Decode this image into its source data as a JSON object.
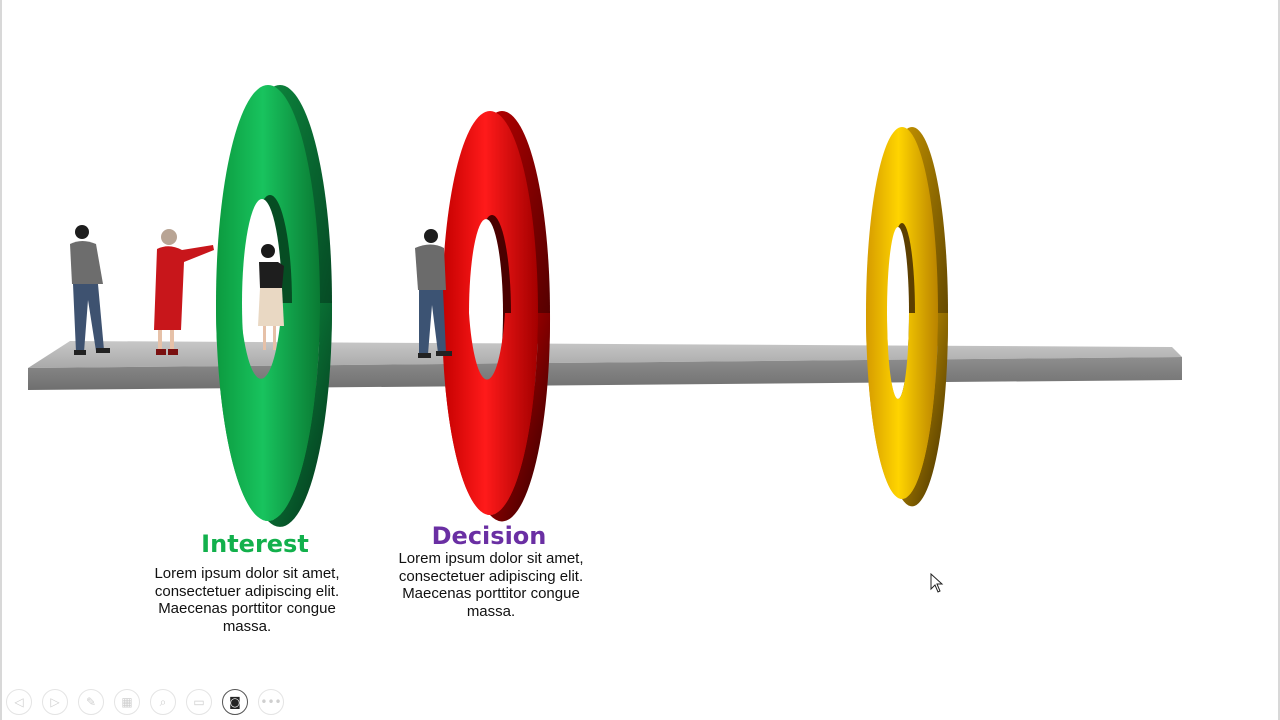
{
  "slide": {
    "stages": [
      {
        "title": "Interest",
        "title_color": "#12b04c",
        "ring_color": "#0fbf55",
        "lines": [
          "Lorem ipsum dolor sit amet,",
          "consectetuer adipiscing elit.",
          "Maecenas porttitor congue",
          "massa."
        ]
      },
      {
        "title": "Decision",
        "title_color": "#6a2fa3",
        "ring_color": "#ee1111",
        "lines": [
          "Lorem ipsum dolor sit amet,",
          "consectetuer adipiscing elit.",
          "Maecenas porttitor congue",
          "massa."
        ]
      },
      {
        "ring_color": "#f3c200"
      }
    ]
  },
  "toolbar": {
    "buttons": [
      {
        "icon": "previous-arrow-icon",
        "glyph": "◁"
      },
      {
        "icon": "next-arrow-icon",
        "glyph": "▷"
      },
      {
        "icon": "pen-icon",
        "glyph": "✎"
      },
      {
        "icon": "all-slides-icon",
        "glyph": "▦"
      },
      {
        "icon": "zoom-icon",
        "glyph": "⌕"
      },
      {
        "icon": "subtitles-icon",
        "glyph": "▭"
      },
      {
        "icon": "camera-icon",
        "glyph": "◙"
      },
      {
        "icon": "more-options-icon",
        "glyph": "•••"
      }
    ]
  }
}
